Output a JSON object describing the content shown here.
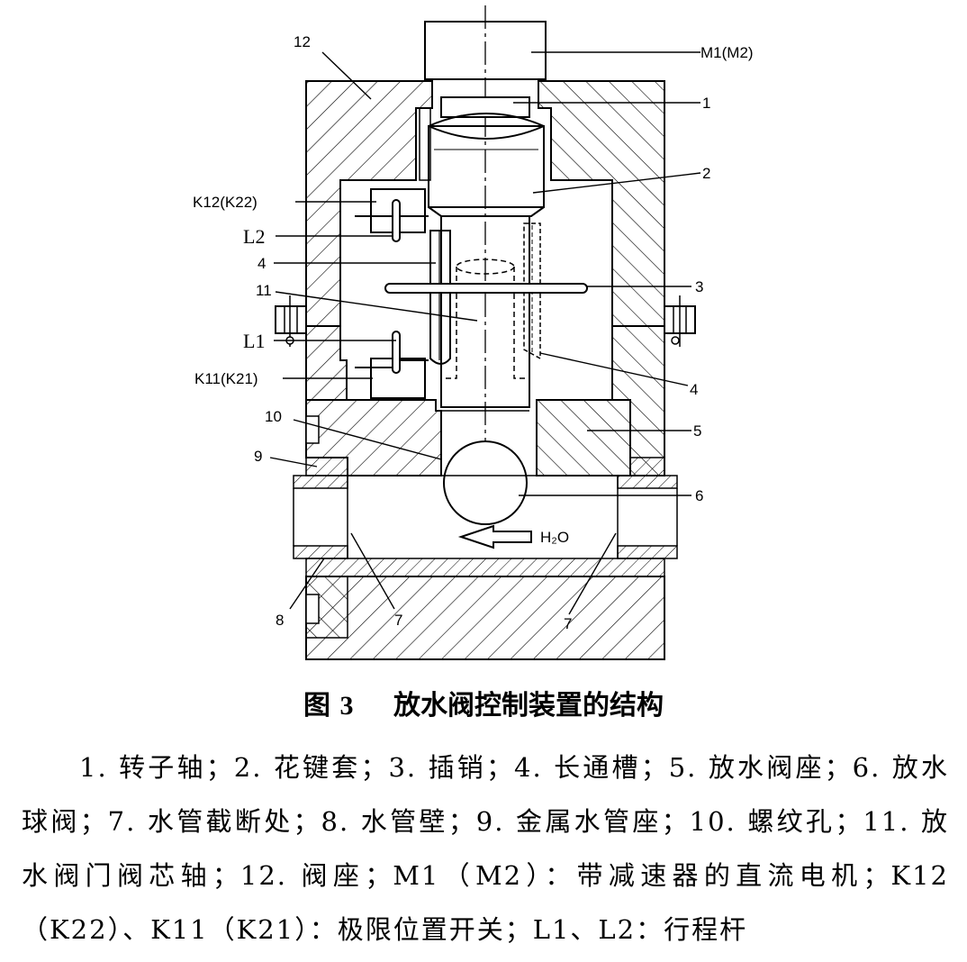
{
  "diagram": {
    "labels": {
      "m1": "M1(M2)",
      "n12": "12",
      "n1": "1",
      "n2": "2",
      "k12": "K12(K22)",
      "l2": "L2",
      "n4a": "4",
      "n3": "3",
      "n11": "11",
      "l1": "L1",
      "k11": "K11(K21)",
      "n4b": "4",
      "n10": "10",
      "n5": "5",
      "n9": "9",
      "n6": "6",
      "h2o": "H₂O",
      "n8": "8",
      "n7a": "7",
      "n7b": "7"
    }
  },
  "caption": {
    "prefix": "图",
    "number": "3",
    "title": "放水阀控制装置的结构"
  },
  "legend": {
    "text": "1. 转子轴；2. 花键套；3. 插销；4. 长通槽；5. 放水阀座；6. 放水球阀；7. 水管截断处；8. 水管壁；9. 金属水管座；10. 螺纹孔；11. 放水阀门阀芯轴；12. 阀座；M1（M2）：带减速器的直流电机；K12（K22）、K11（K21）：极限位置开关；L1、L2：行程杆"
  }
}
